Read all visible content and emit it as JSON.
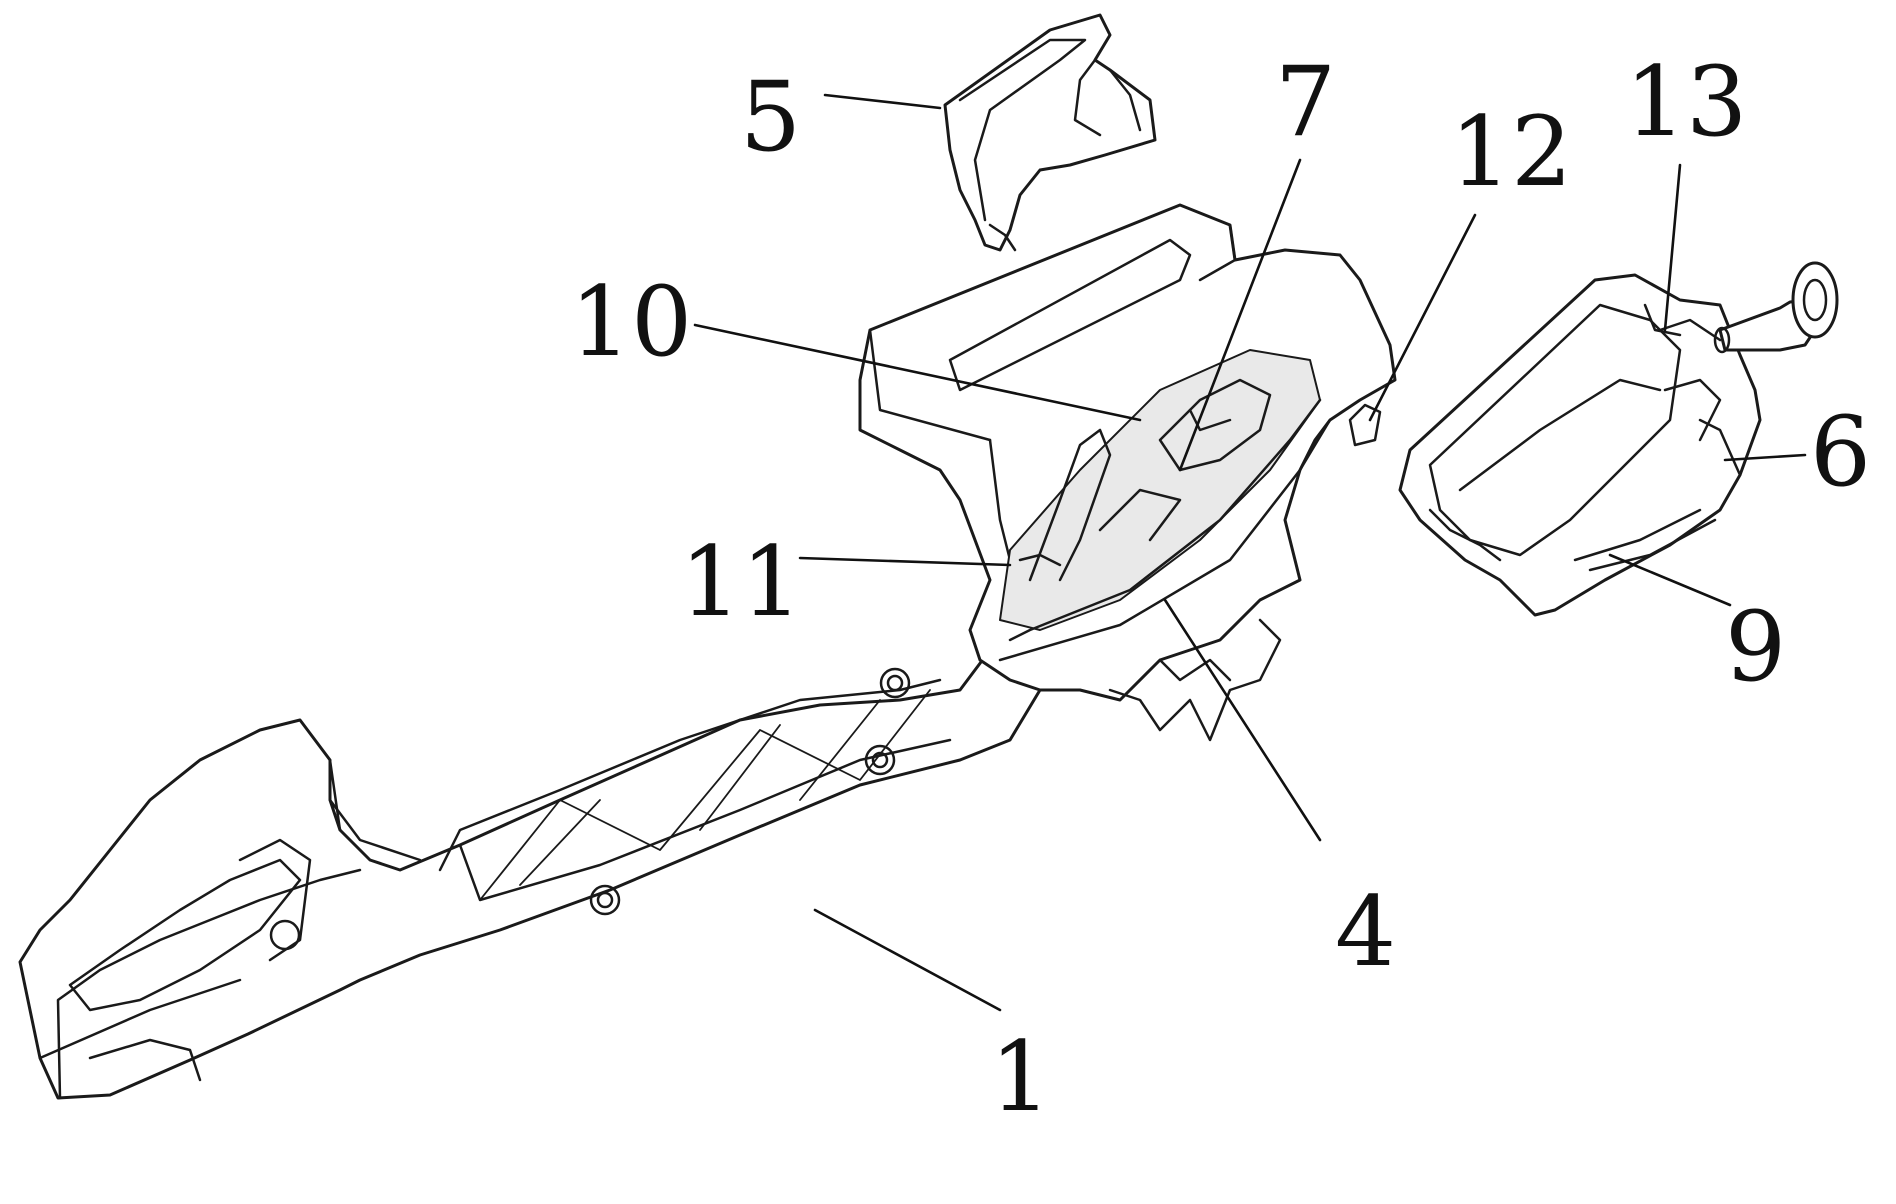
{
  "figure": {
    "callouts": [
      {
        "id": "1",
        "label": "1"
      },
      {
        "id": "4",
        "label": "4"
      },
      {
        "id": "5",
        "label": "5"
      },
      {
        "id": "6",
        "label": "6"
      },
      {
        "id": "7",
        "label": "7"
      },
      {
        "id": "9",
        "label": "9"
      },
      {
        "id": "10",
        "label": "10"
      },
      {
        "id": "11",
        "label": "11"
      },
      {
        "id": "12",
        "label": "12"
      },
      {
        "id": "13",
        "label": "13"
      }
    ]
  }
}
